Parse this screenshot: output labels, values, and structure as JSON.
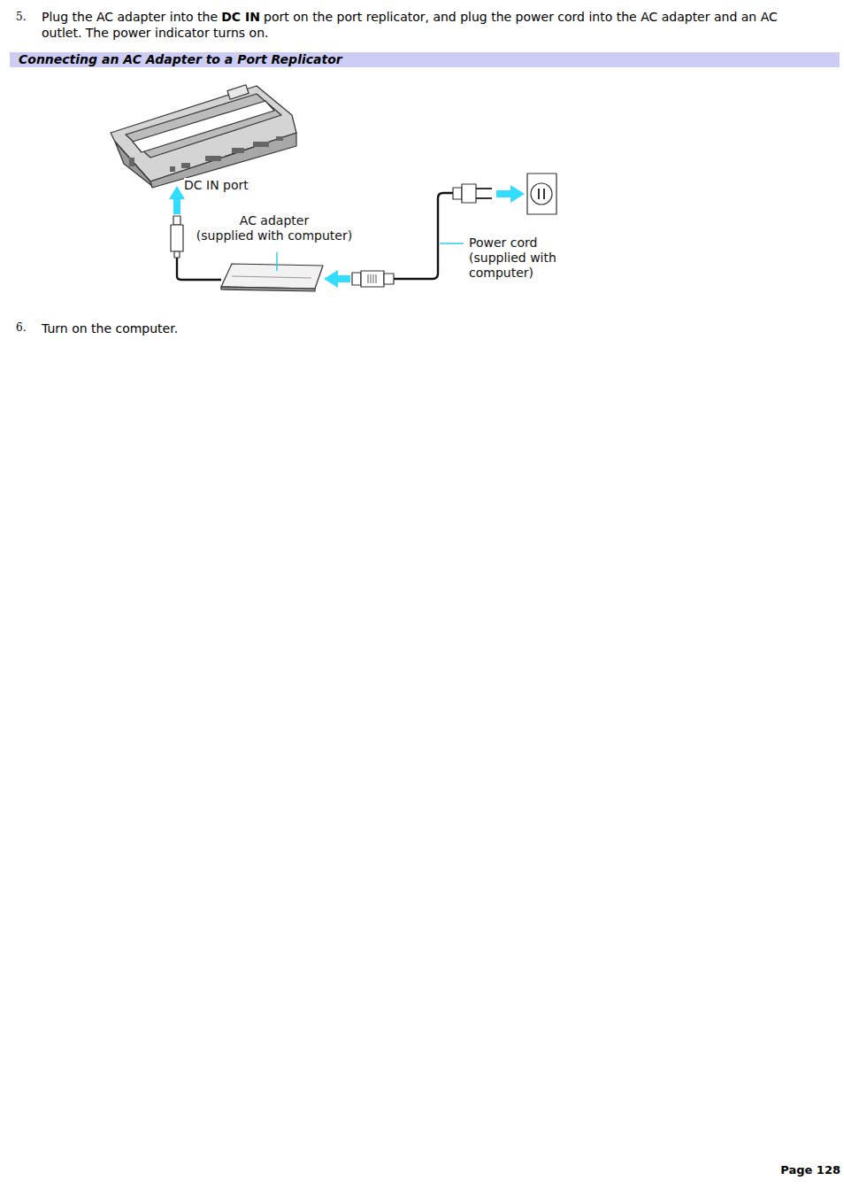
{
  "diagram": {
    "title": "Connecting an AC Adapter to a Port Replicator",
    "labels": [
      "5.",
      "Plug the AC adapter into the",
      "DC IN",
      "port on the port replicator, and plug the power cord into the AC adapter and an AC outlet. The power indicator turns on.",
      "DC IN port",
      "AC adapter (supplied with computer)",
      "Power cord (supplied with computer)",
      "6.",
      "Turn on the computer.",
      "Page 128"
    ]
  }
}
